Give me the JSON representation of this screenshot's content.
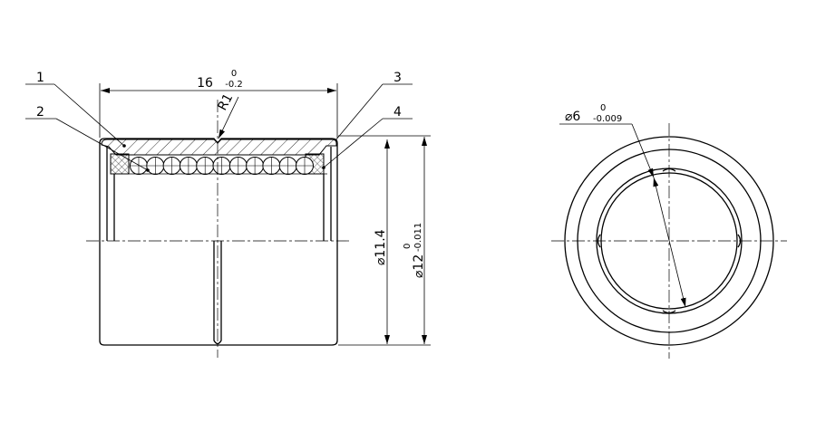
{
  "drawing": {
    "balloons": [
      {
        "label": "1"
      },
      {
        "label": "2"
      },
      {
        "label": "3"
      },
      {
        "label": "4"
      }
    ],
    "dimensions": {
      "length": {
        "value": "16",
        "tol_upper": "0",
        "tol_lower": "-0.2"
      },
      "radius": {
        "value": "R1"
      },
      "inner_dia": {
        "value": "⌀11.4"
      },
      "outer_dia": {
        "value": "⌀12",
        "tol_upper": "0",
        "tol_lower": "-0.011"
      },
      "bore_dia": {
        "value": "⌀6",
        "tol_upper": "0",
        "tol_lower": "-0.009"
      }
    }
  }
}
